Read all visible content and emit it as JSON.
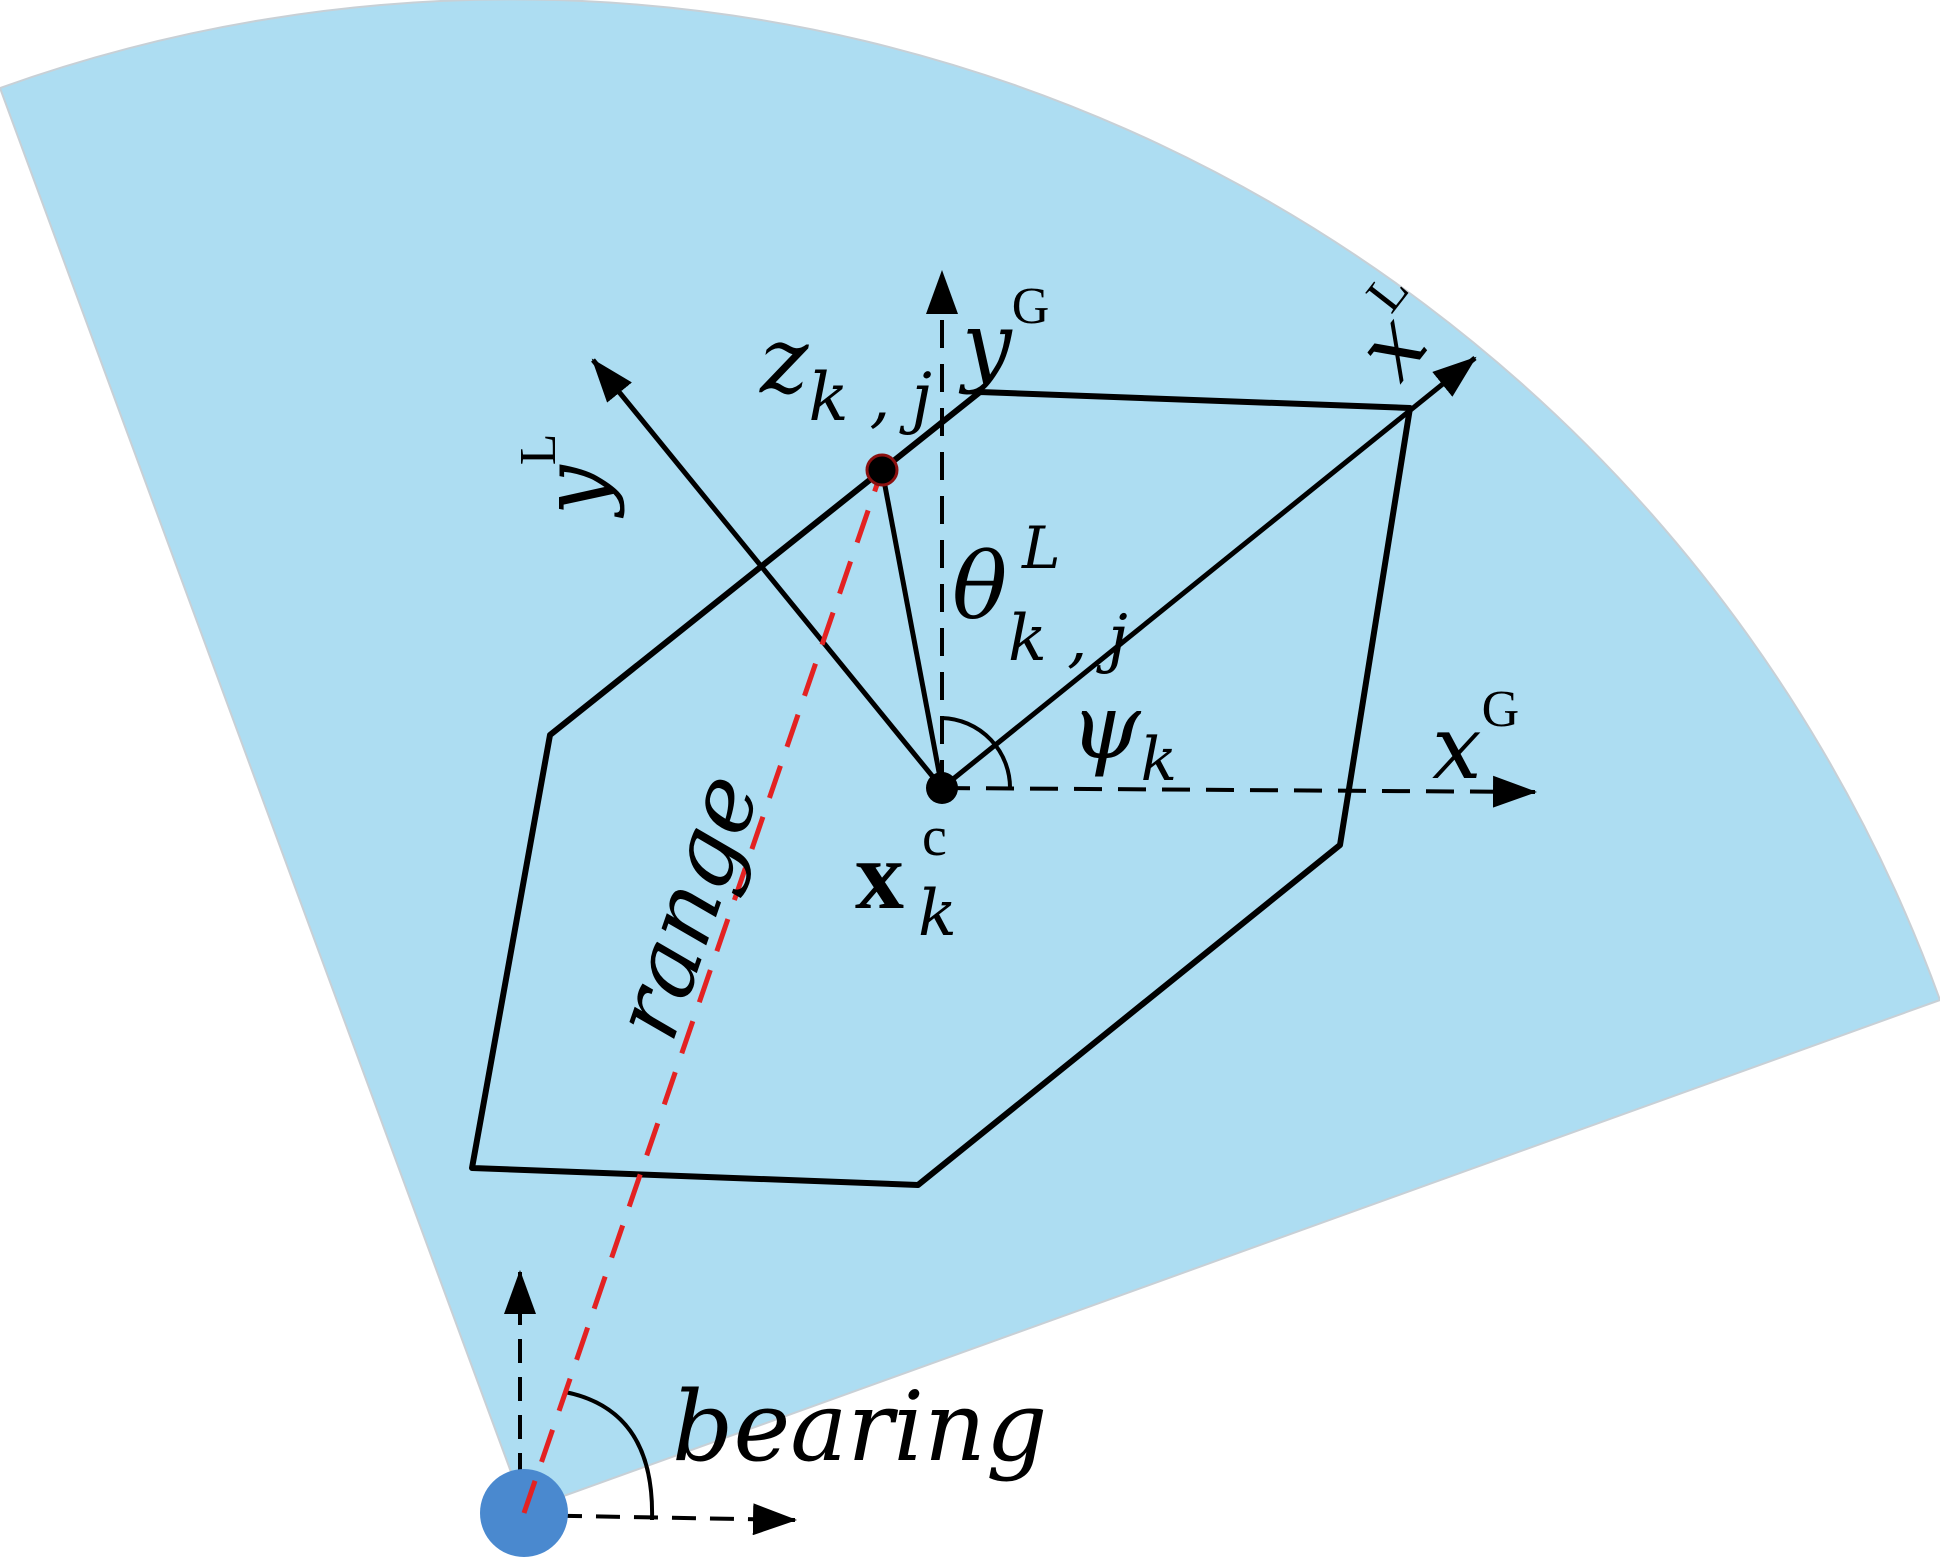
{
  "colors": {
    "sector_fill": "#ADDDF2",
    "sensor_fill": "#4A89CF",
    "range_line": "#E32222",
    "line": "#000000"
  },
  "labels": {
    "measurement": {
      "main": "z",
      "sub": "k , j"
    },
    "global_y": {
      "main": "y",
      "sup": "G"
    },
    "global_x": {
      "main": "x",
      "sup": "G"
    },
    "local_x": {
      "main": "x",
      "sup": "L"
    },
    "local_y": {
      "main": "y",
      "sup": "L"
    },
    "theta": {
      "main": "θ",
      "sup": "L",
      "sub": "k , j"
    },
    "psi": {
      "main": "ψ",
      "sub": "k"
    },
    "center": {
      "main": "x",
      "sup": "c",
      "sub": "k"
    },
    "range": "range",
    "bearing": "bearing"
  }
}
